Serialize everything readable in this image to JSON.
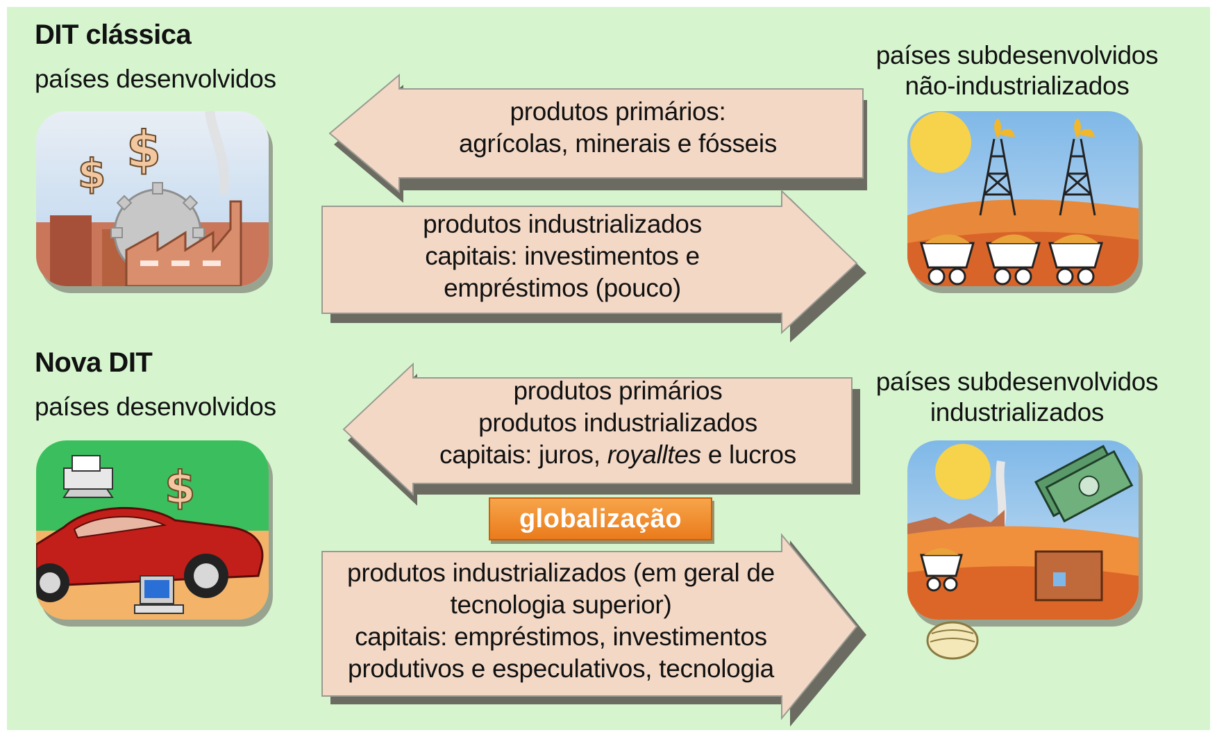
{
  "classic": {
    "title": "DIT clássica",
    "developed_label": "países desenvolvidos",
    "underdeveloped_label_line1": "países subdesenvolvidos",
    "underdeveloped_label_line2": "não-industrializados",
    "arrow_left": {
      "line1": "produtos primários:",
      "line2": "agrícolas, minerais e fósseis"
    },
    "arrow_right": {
      "line1": "produtos industrializados",
      "line2": "capitais: investimentos e",
      "line3": "empréstimos (pouco)"
    }
  },
  "new": {
    "title": "Nova DIT",
    "developed_label": "países desenvolvidos",
    "underdeveloped_label_line1": "países subdesenvolvidos",
    "underdeveloped_label_line2": "industrializados",
    "arrow_left": {
      "line1": "produtos primários",
      "line2": "produtos industrializados",
      "line3_prefix": "capitais: juros, ",
      "line3_italic": "royalltes",
      "line3_suffix": " e lucros"
    },
    "badge": "globalização",
    "arrow_right": {
      "line1": "produtos industrializados (em geral de",
      "line2": "tecnologia superior)",
      "line3": "capitais: empréstimos, investimentos",
      "line4": "produtivos e especulativos, tecnologia"
    }
  },
  "icons": {
    "classic_developed": "factory-with-dollar-signs-icon",
    "classic_underdeveloped": "oil-derricks-and-ore-carts-icon",
    "new_developed": "car-computer-and-dollar-icon",
    "new_underdeveloped": "factory-money-and-ore-cart-icon"
  },
  "colors": {
    "background": "#d6f5cf",
    "arrow_fill": "#f3d8c6",
    "badge": "#ee8a2a"
  }
}
